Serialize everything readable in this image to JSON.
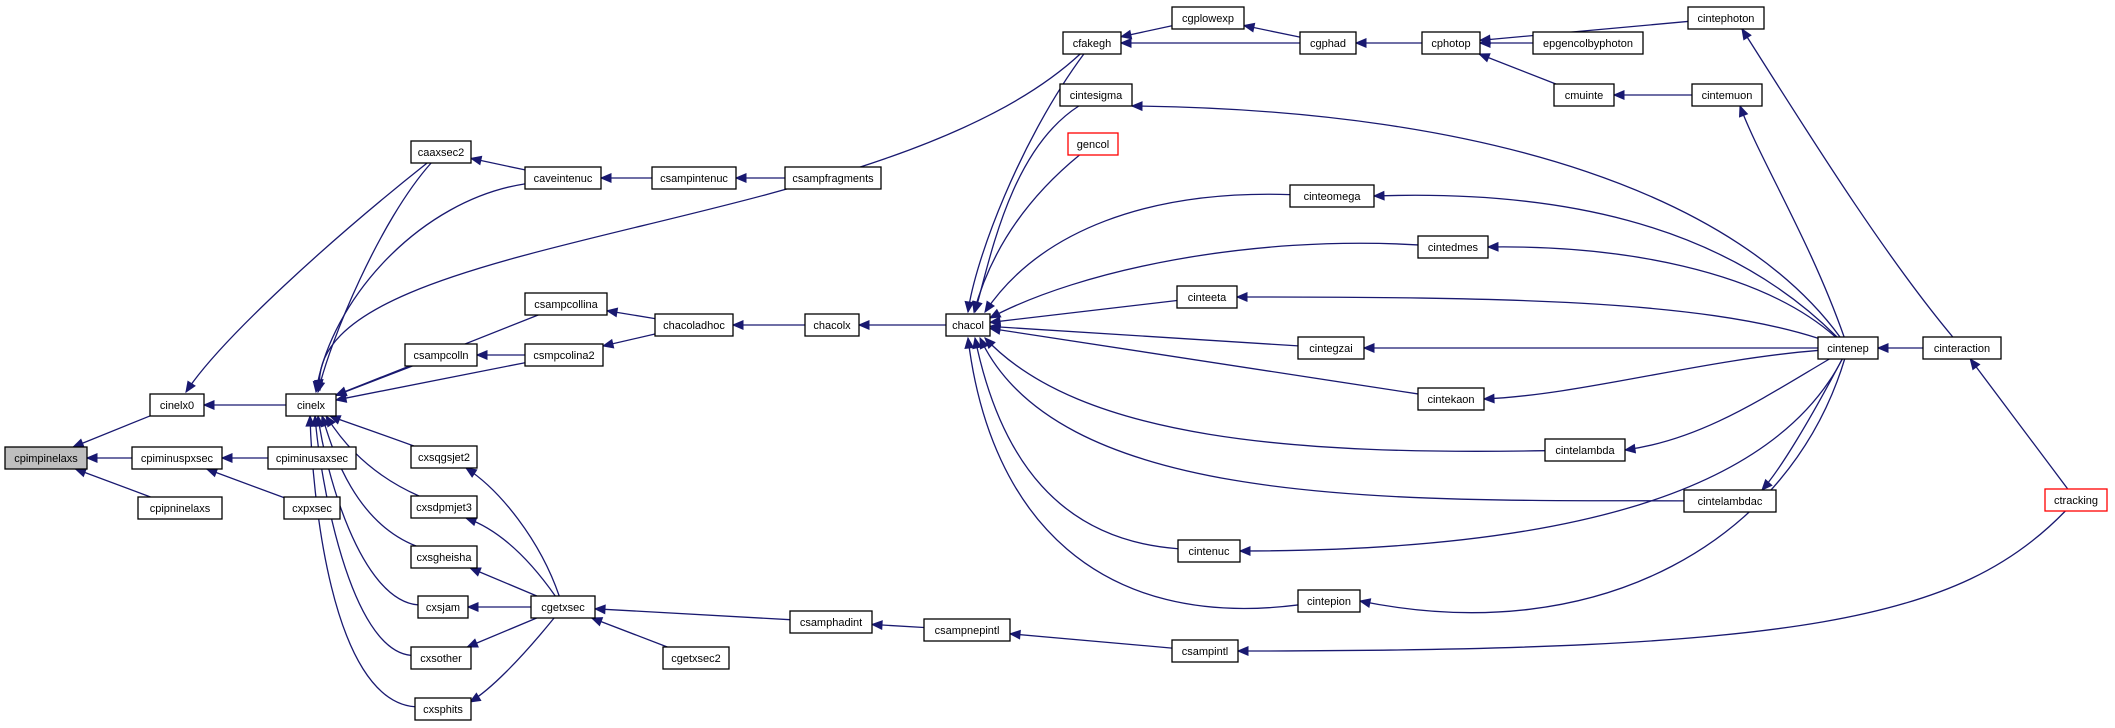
{
  "diagram": {
    "type": "call-graph",
    "colors": {
      "edge": "#191970",
      "node_border": "#000000",
      "node_fill": "#ffffff",
      "root_fill": "#bfbfbf",
      "undocumented_border": "#ff0000",
      "background": "#ffffff"
    },
    "nodes": [
      {
        "id": "cpimpinelaxs",
        "label": "cpimpinelaxs",
        "style": "root"
      },
      {
        "id": "cinelx0",
        "label": "cinelx0",
        "style": "normal"
      },
      {
        "id": "cpiminuspxsec",
        "label": "cpiminuspxsec",
        "style": "normal"
      },
      {
        "id": "cpipninelaxs",
        "label": "cpipninelaxs",
        "style": "normal"
      },
      {
        "id": "cinelx",
        "label": "cinelx",
        "style": "normal"
      },
      {
        "id": "cpiminusaxsec",
        "label": "cpiminusaxsec",
        "style": "normal"
      },
      {
        "id": "cxpxsec",
        "label": "cxpxsec",
        "style": "normal"
      },
      {
        "id": "caaxsec2",
        "label": "caaxsec2",
        "style": "normal"
      },
      {
        "id": "caveintenuc",
        "label": "caveintenuc",
        "style": "normal"
      },
      {
        "id": "csampintenuc",
        "label": "csampintenuc",
        "style": "normal"
      },
      {
        "id": "csampfragments",
        "label": "csampfragments",
        "style": "normal"
      },
      {
        "id": "csampcollina",
        "label": "csampcollina",
        "style": "normal"
      },
      {
        "id": "csampcolln",
        "label": "csampcolln",
        "style": "normal"
      },
      {
        "id": "csmpcolina2",
        "label": "csmpcolina2",
        "style": "normal"
      },
      {
        "id": "chacoladhoc",
        "label": "chacoladhoc",
        "style": "normal"
      },
      {
        "id": "chacolx",
        "label": "chacolx",
        "style": "normal"
      },
      {
        "id": "chacol",
        "label": "chacol",
        "style": "normal"
      },
      {
        "id": "cxsqgsjet2",
        "label": "cxsqgsjet2",
        "style": "normal"
      },
      {
        "id": "cxsdpmjet3",
        "label": "cxsdpmjet3",
        "style": "normal"
      },
      {
        "id": "cxsgheisha",
        "label": "cxsgheisha",
        "style": "normal"
      },
      {
        "id": "cxsjam",
        "label": "cxsjam",
        "style": "normal"
      },
      {
        "id": "cxsother",
        "label": "cxsother",
        "style": "normal"
      },
      {
        "id": "cxsphits",
        "label": "cxsphits",
        "style": "normal"
      },
      {
        "id": "cgetxsec",
        "label": "cgetxsec",
        "style": "normal"
      },
      {
        "id": "cgetxsec2",
        "label": "cgetxsec2",
        "style": "normal"
      },
      {
        "id": "csamphadint",
        "label": "csamphadint",
        "style": "normal"
      },
      {
        "id": "csampnepintl",
        "label": "csampnepintl",
        "style": "normal"
      },
      {
        "id": "csampintl",
        "label": "csampintl",
        "style": "normal"
      },
      {
        "id": "cfakegh",
        "label": "cfakegh",
        "style": "normal"
      },
      {
        "id": "cgplowexp",
        "label": "cgplowexp",
        "style": "normal"
      },
      {
        "id": "cgphad",
        "label": "cgphad",
        "style": "normal"
      },
      {
        "id": "cphotop",
        "label": "cphotop",
        "style": "normal"
      },
      {
        "id": "epgencolbyphoton",
        "label": "epgencolbyphoton",
        "style": "normal"
      },
      {
        "id": "cmuinte",
        "label": "cmuinte",
        "style": "normal"
      },
      {
        "id": "cintemuon",
        "label": "cintemuon",
        "style": "normal"
      },
      {
        "id": "cintephoton",
        "label": "cintephoton",
        "style": "normal"
      },
      {
        "id": "cintesigma",
        "label": "cintesigma",
        "style": "normal"
      },
      {
        "id": "gencol",
        "label": "gencol",
        "style": "undocumented"
      },
      {
        "id": "cinteomega",
        "label": "cinteomega",
        "style": "normal"
      },
      {
        "id": "cintedmes",
        "label": "cintedmes",
        "style": "normal"
      },
      {
        "id": "cinteeta",
        "label": "cinteeta",
        "style": "normal"
      },
      {
        "id": "cintegzai",
        "label": "cintegzai",
        "style": "normal"
      },
      {
        "id": "cintekaon",
        "label": "cintekaon",
        "style": "normal"
      },
      {
        "id": "cintelambda",
        "label": "cintelambda",
        "style": "normal"
      },
      {
        "id": "cintelambdac",
        "label": "cintelambdac",
        "style": "normal"
      },
      {
        "id": "cintenuc",
        "label": "cintenuc",
        "style": "normal"
      },
      {
        "id": "cintepion",
        "label": "cintepion",
        "style": "normal"
      },
      {
        "id": "cintenep",
        "label": "cintenep",
        "style": "normal"
      },
      {
        "id": "cinteraction",
        "label": "cinteraction",
        "style": "normal"
      },
      {
        "id": "ctracking",
        "label": "ctracking",
        "style": "undocumented"
      }
    ],
    "edges": [
      {
        "from": "cinelx0",
        "to": "cpimpinelaxs"
      },
      {
        "from": "cpiminuspxsec",
        "to": "cpimpinelaxs"
      },
      {
        "from": "cpipninelaxs",
        "to": "cpimpinelaxs"
      },
      {
        "from": "cinelx",
        "to": "cinelx0"
      },
      {
        "from": "caaxsec2",
        "to": "cinelx0"
      },
      {
        "from": "cpiminusaxsec",
        "to": "cpiminuspxsec"
      },
      {
        "from": "cxpxsec",
        "to": "cpiminuspxsec"
      },
      {
        "from": "caaxsec2",
        "to": "cinelx"
      },
      {
        "from": "caveintenuc",
        "to": "cinelx"
      },
      {
        "from": "cfakegh",
        "to": "cinelx"
      },
      {
        "from": "csampcollina",
        "to": "cinelx"
      },
      {
        "from": "csampcolln",
        "to": "cinelx"
      },
      {
        "from": "csmpcolina2",
        "to": "cinelx"
      },
      {
        "from": "cxsqgsjet2",
        "to": "cinelx"
      },
      {
        "from": "cxsdpmjet3",
        "to": "cinelx"
      },
      {
        "from": "cxsgheisha",
        "to": "cinelx"
      },
      {
        "from": "cxsjam",
        "to": "cinelx"
      },
      {
        "from": "cxsother",
        "to": "cinelx"
      },
      {
        "from": "cxsphits",
        "to": "cinelx"
      },
      {
        "from": "caveintenuc",
        "to": "caaxsec2"
      },
      {
        "from": "csampintenuc",
        "to": "caveintenuc"
      },
      {
        "from": "csampfragments",
        "to": "csampintenuc"
      },
      {
        "from": "chacoladhoc",
        "to": "csampcollina"
      },
      {
        "from": "csmpcolina2",
        "to": "csampcolln"
      },
      {
        "from": "chacoladhoc",
        "to": "csmpcolina2"
      },
      {
        "from": "chacolx",
        "to": "chacoladhoc"
      },
      {
        "from": "chacol",
        "to": "chacolx"
      },
      {
        "from": "cgetxsec",
        "to": "cxsqgsjet2"
      },
      {
        "from": "cgetxsec",
        "to": "cxsdpmjet3"
      },
      {
        "from": "cgetxsec",
        "to": "cxsgheisha"
      },
      {
        "from": "cgetxsec",
        "to": "cxsjam"
      },
      {
        "from": "cgetxsec",
        "to": "cxsother"
      },
      {
        "from": "cgetxsec",
        "to": "cxsphits"
      },
      {
        "from": "cgetxsec2",
        "to": "cgetxsec"
      },
      {
        "from": "csamphadint",
        "to": "cgetxsec"
      },
      {
        "from": "csampnepintl",
        "to": "csamphadint"
      },
      {
        "from": "csampintl",
        "to": "csampnepintl"
      },
      {
        "from": "ctracking",
        "to": "csampintl"
      },
      {
        "from": "cgplowexp",
        "to": "cfakegh"
      },
      {
        "from": "cgphad",
        "to": "cfakegh"
      },
      {
        "from": "cgphad",
        "to": "cgplowexp"
      },
      {
        "from": "cphotop",
        "to": "cgphad"
      },
      {
        "from": "epgencolbyphoton",
        "to": "cphotop"
      },
      {
        "from": "cintephoton",
        "to": "cphotop"
      },
      {
        "from": "cmuinte",
        "to": "cphotop"
      },
      {
        "from": "cintemuon",
        "to": "cmuinte"
      },
      {
        "from": "cintenep",
        "to": "cintemuon"
      },
      {
        "from": "cinteraction",
        "to": "cintephoton"
      },
      {
        "from": "cfakegh",
        "to": "chacol"
      },
      {
        "from": "cintesigma",
        "to": "chacol"
      },
      {
        "from": "gencol",
        "to": "chacol"
      },
      {
        "from": "cinteomega",
        "to": "chacol"
      },
      {
        "from": "cintedmes",
        "to": "chacol"
      },
      {
        "from": "cinteeta",
        "to": "chacol"
      },
      {
        "from": "cintegzai",
        "to": "chacol"
      },
      {
        "from": "cintekaon",
        "to": "chacol"
      },
      {
        "from": "cintelambda",
        "to": "chacol"
      },
      {
        "from": "cintelambdac",
        "to": "chacol"
      },
      {
        "from": "cintenuc",
        "to": "chacol"
      },
      {
        "from": "cintepion",
        "to": "chacol"
      },
      {
        "from": "cintenep",
        "to": "cintesigma"
      },
      {
        "from": "cintenep",
        "to": "cinteomega"
      },
      {
        "from": "cintenep",
        "to": "cintedmes"
      },
      {
        "from": "cintenep",
        "to": "cinteeta"
      },
      {
        "from": "cintenep",
        "to": "cintegzai"
      },
      {
        "from": "cintenep",
        "to": "cintekaon"
      },
      {
        "from": "cintenep",
        "to": "cintelambda"
      },
      {
        "from": "cintenep",
        "to": "cintelambdac"
      },
      {
        "from": "cintenep",
        "to": "cintenuc"
      },
      {
        "from": "cintenep",
        "to": "cintepion"
      },
      {
        "from": "cinteraction",
        "to": "cintenep"
      },
      {
        "from": "ctracking",
        "to": "cinteraction"
      }
    ]
  }
}
